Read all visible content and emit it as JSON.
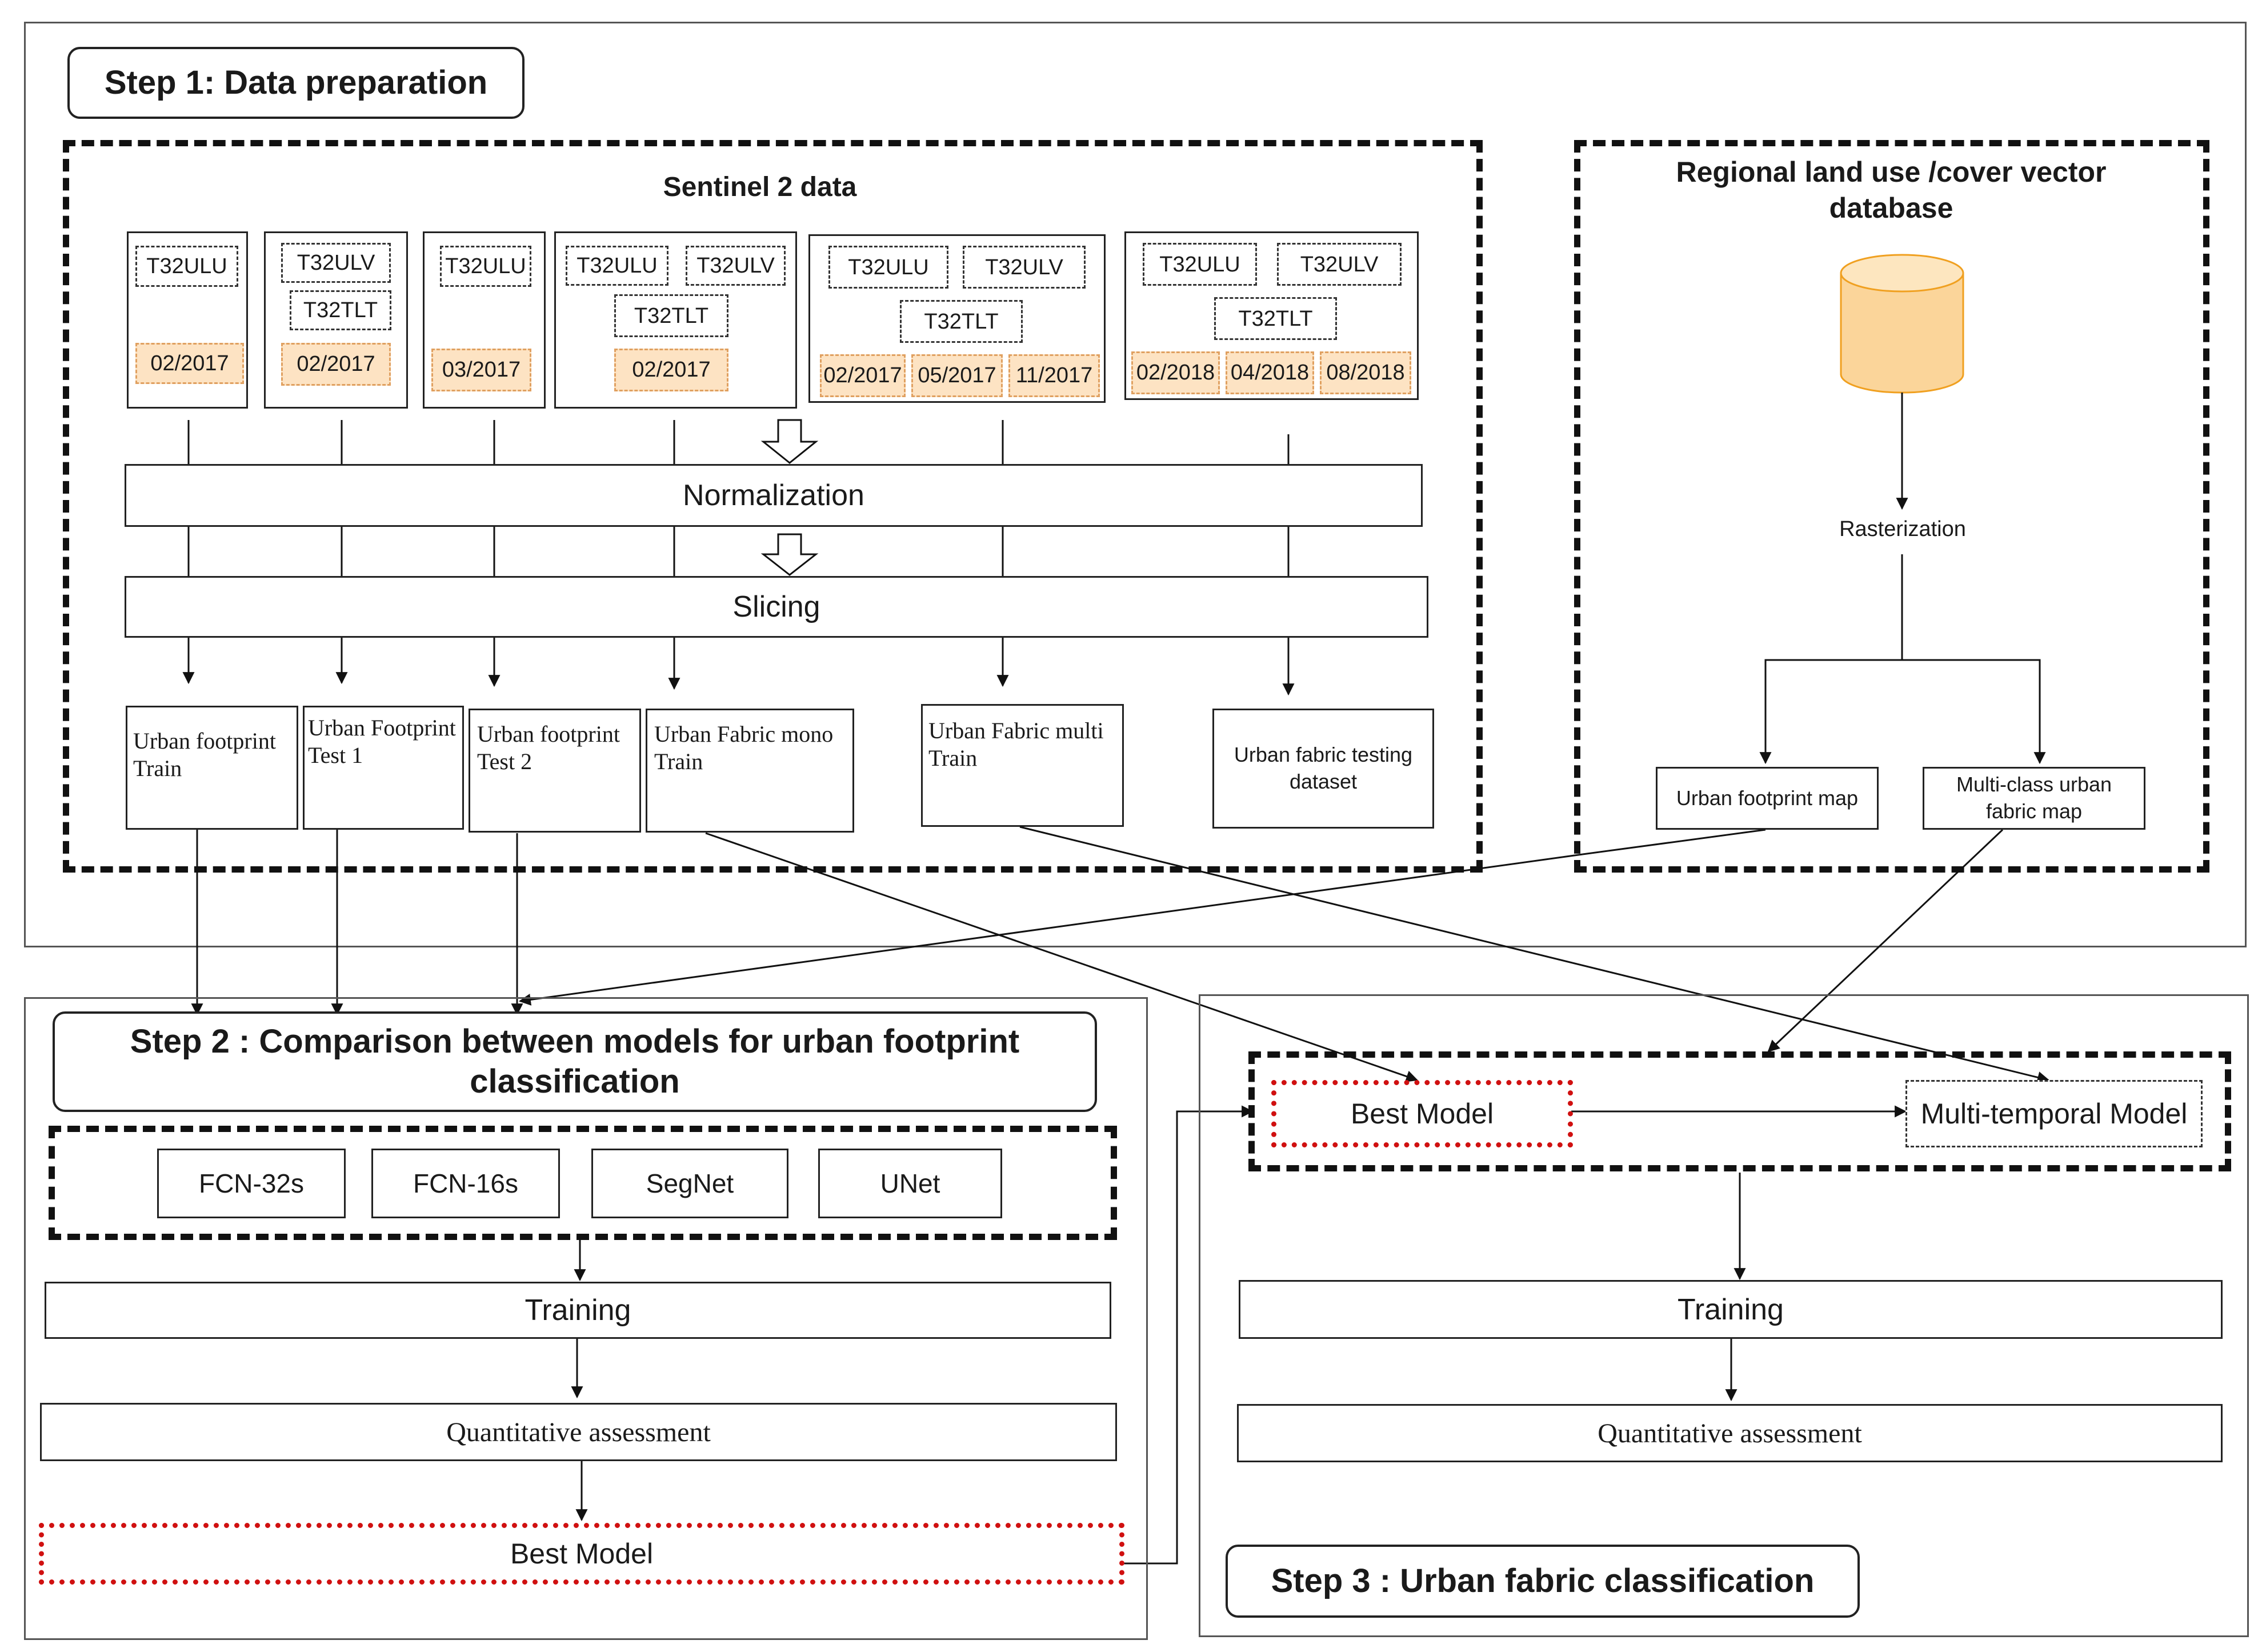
{
  "step1": {
    "title": "Step 1: Data preparation",
    "sentinel_title": "Sentinel 2 data",
    "database_title": "Regional land use /cover vector database",
    "tiles": {
      "g1": [
        "T32ULU"
      ],
      "g2": [
        "T32ULV",
        "T32TLT"
      ],
      "g3": [
        "T32ULU"
      ],
      "g4": [
        "T32ULU",
        "T32ULV",
        "T32TLT"
      ],
      "g5": [
        "T32ULU",
        "T32ULV",
        "T32TLT"
      ],
      "g6": [
        "T32ULU",
        "T32ULV",
        "T32TLT"
      ]
    },
    "dates": {
      "g1": [
        "02/2017"
      ],
      "g2": [
        "02/2017"
      ],
      "g3": [
        "03/2017"
      ],
      "g4": [
        "02/2017"
      ],
      "g5": [
        "02/2017",
        "05/2017",
        "11/2017"
      ],
      "g6": [
        "02/2018",
        "04/2018",
        "08/2018"
      ]
    },
    "normalization": "Normalization",
    "slicing": "Slicing",
    "rasterization": "Rasterization",
    "datasets": [
      "Urban footprint Train",
      "Urban Footprint Test 1",
      "Urban footprint Test 2",
      "Urban Fabric mono Train",
      "Urban Fabric multi Train",
      "Urban fabric testing dataset"
    ],
    "maps": [
      "Urban footprint map",
      "Multi-class urban fabric map"
    ]
  },
  "step2": {
    "title": "Step 2 : Comparison between models for urban footprint classification",
    "models": [
      "FCN-32s",
      "FCN-16s",
      "SegNet",
      "UNet"
    ],
    "training": "Training",
    "assessment": "Quantitative assessment",
    "best_model": "Best Model"
  },
  "step3": {
    "title": "Step 3 : Urban fabric classification",
    "best_model": "Best Model",
    "multi_temporal": "Multi-temporal Model",
    "training": "Training",
    "assessment": "Quantitative assessment"
  },
  "colors": {
    "date_fill": "#fde3c3",
    "database_fill": "#fbd59a",
    "best_model_border": "#d01010"
  }
}
